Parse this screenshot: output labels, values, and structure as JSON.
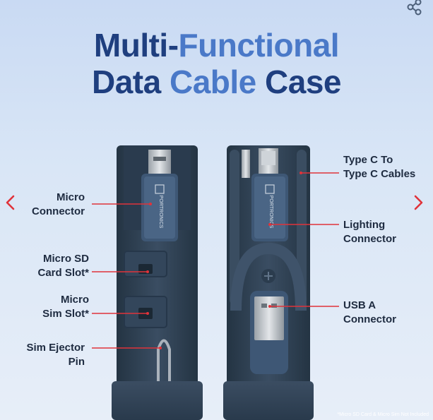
{
  "title": {
    "line1_part1": "Multi-",
    "line1_part2": "Functional",
    "line2_part1": "Data ",
    "line2_part2": "Cable ",
    "line2_part3": "Case"
  },
  "labels": {
    "micro_connector": [
      "Micro",
      "Connector"
    ],
    "micro_sd_card_slot": [
      "Micro SD",
      "Card Slot*"
    ],
    "micro_sim_slot": [
      "Micro",
      "Sim Slot*"
    ],
    "sim_ejector_pin": [
      "Sim Ejector",
      "Pin"
    ],
    "type_c_cables": [
      "Type C To",
      "Type C Cables"
    ],
    "lighting_connector": [
      "Lighting",
      "Connector"
    ],
    "usb_a_connector": [
      "USB A",
      "Connector"
    ]
  },
  "brand_text": "PORTRONICS",
  "footnote": "*Micro SD Card & Micro Sim Not Included",
  "icons": {
    "share": "share-icon",
    "prev": "chevron-left-icon",
    "next": "chevron-right-icon"
  },
  "colors": {
    "title_dark": "#1f3f7f",
    "title_accent": "#4a79c8",
    "case": "#2e3f52",
    "pointer": "#e0333a",
    "chevron": "#e0333a"
  }
}
